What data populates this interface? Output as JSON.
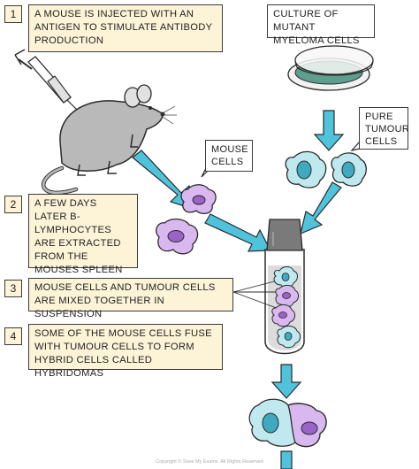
{
  "steps": [
    {
      "number": "1",
      "text": "A MOUSE IS INJECTED WITH AN ANTIGEN TO STIMULATE ANTIBODY PRODUCTION"
    },
    {
      "number": "2",
      "text": "A FEW DAYS LATER B-LYMPHOCYTES ARE EXTRACTED FROM THE MOUSES SPLEEN"
    },
    {
      "number": "3",
      "text": "MOUSE CELLS AND TUMOUR CELLS ARE MIXED TOGETHER IN SUSPENSION"
    },
    {
      "number": "4",
      "text": "SOME OF THE MOUSE CELLS FUSE WITH TUMOUR CELLS TO FORM HYBRID CELLS CALLED HYBRIDOMAS"
    }
  ],
  "labels": {
    "culture": "CULTURE OF MUTANT MYELOMA CELLS",
    "mouse_cells": "MOUSE CELLS",
    "pure_tumour_cells": "PURE TUMOUR CELLS"
  },
  "copyright": "Copyright © Save My Exams. All Rights Reserved",
  "colors": {
    "box_fill": "#fdf3d6",
    "arrow": "#4fc3dc",
    "mouse_cell": "#d9b8ef",
    "mouse_nucleus": "#9a63c8",
    "tumour_cell": "#bfe9ef",
    "tumour_nucleus": "#3fa9c0",
    "mouse_body": "#b9b9b9"
  }
}
